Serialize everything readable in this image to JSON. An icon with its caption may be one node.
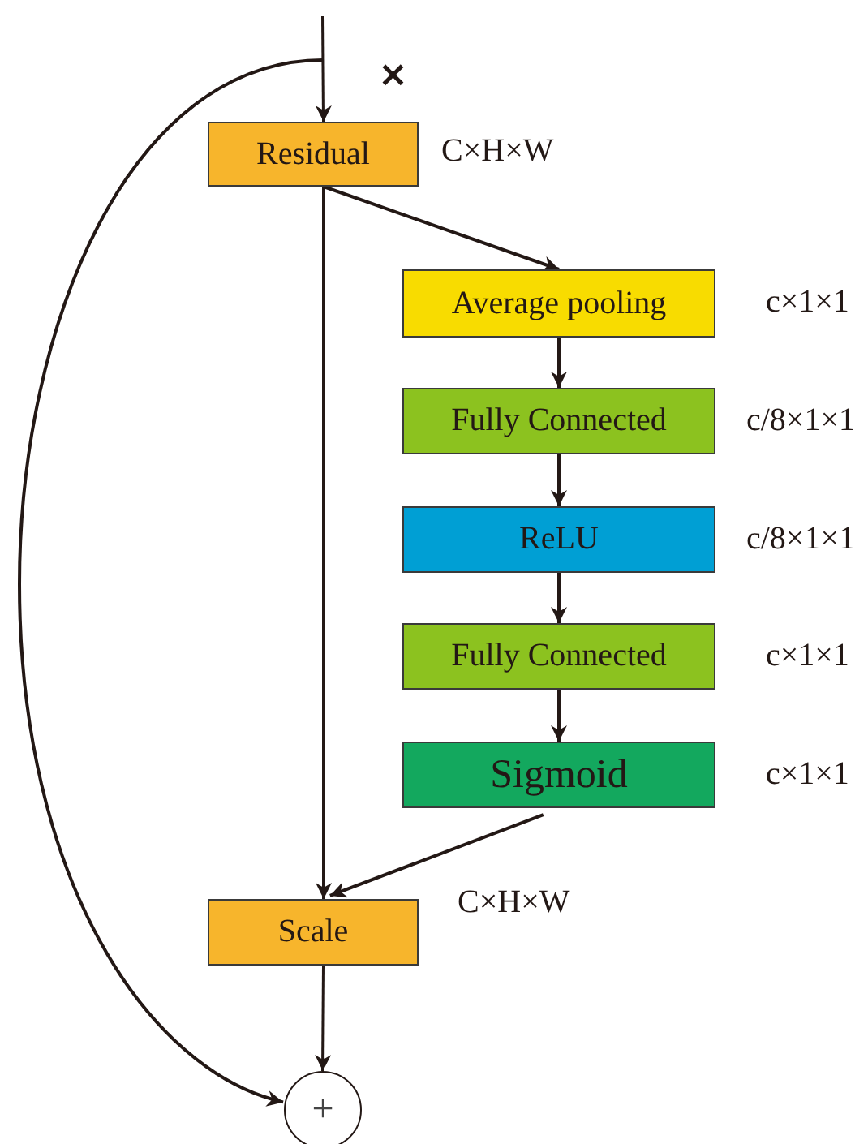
{
  "diagram": {
    "nodes": [
      {
        "text": [
          "Residual"
        ],
        "beside": [
          "C×H×W"
        ]
      },
      {
        "text": [
          "Average pooling"
        ],
        "beside": [
          "c×1×1"
        ]
      },
      {
        "text": [
          "Fully Connected"
        ],
        "beside": [
          "c/8×1×1"
        ]
      },
      {
        "text": [
          "ReLU"
        ],
        "beside": [
          "c/8×1×1"
        ]
      },
      {
        "text": [
          "Fully Connected"
        ],
        "beside": [
          "c×1×1"
        ]
      },
      {
        "text": [
          "Sigmoid"
        ],
        "beside": [
          "c×1×1"
        ]
      },
      {
        "text": [
          "Scale"
        ],
        "beside": [
          "C×H×W"
        ]
      },
      {
        "text": [
          "+"
        ]
      }
    ],
    "edges": [
      {
        "from": null,
        "to": 0,
        "arrow": "to"
      },
      {
        "from": null,
        "to": 7,
        "arrow": "to"
      },
      {
        "from": 0,
        "to": 1,
        "arrow": "to"
      },
      {
        "from": 0,
        "to": 6,
        "arrow": "to"
      },
      {
        "from": 1,
        "to": 2,
        "arrow": "to"
      },
      {
        "from": 2,
        "to": 3,
        "arrow": "to"
      },
      {
        "from": 3,
        "to": 4,
        "arrow": "to"
      },
      {
        "from": 4,
        "to": 5,
        "arrow": "to"
      },
      {
        "from": 5,
        "to": 6,
        "arrow": "to"
      },
      {
        "from": 6,
        "to": 7,
        "arrow": "to"
      }
    ],
    "labels": [
      "×"
    ]
  }
}
